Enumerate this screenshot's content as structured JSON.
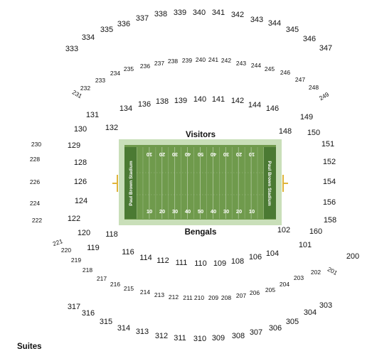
{
  "field": {
    "visitors_label": "Visitors",
    "home_label": "Bengals",
    "endzone_left": "Paul Brown Stadium",
    "endzone_right": "Paul Brown Stadium",
    "yard_numbers": [
      "10",
      "20",
      "30",
      "40",
      "50",
      "40",
      "30",
      "20",
      "10"
    ],
    "colors": {
      "turf": "#6f9a4c",
      "border": "#c9dfb9",
      "endzone": "#4b7a33",
      "goalpost": "#e0b43a"
    }
  },
  "suites_label": "Suites",
  "sections": {
    "upper_visitors": [
      "333",
      "334",
      "335",
      "336",
      "337",
      "338",
      "339",
      "340",
      "341",
      "342",
      "343",
      "344",
      "345",
      "346",
      "347"
    ],
    "club_visitors": [
      "231",
      "232",
      "233",
      "234",
      "235",
      "236",
      "237",
      "238",
      "239",
      "240",
      "241",
      "242",
      "243",
      "244",
      "245",
      "246",
      "247",
      "248",
      "249"
    ],
    "lower_visitors": [
      "131",
      "132",
      "134",
      "136",
      "138",
      "139",
      "140",
      "141",
      "142",
      "144",
      "146",
      "148",
      "149"
    ],
    "west_end": [
      "230",
      "228",
      "226",
      "224",
      "222",
      "130",
      "129",
      "128",
      "126",
      "124",
      "122",
      "120"
    ],
    "east_end": [
      "150",
      "151",
      "152",
      "154",
      "156",
      "158",
      "160",
      "101",
      "200"
    ],
    "lower_home": [
      "118",
      "119",
      "116",
      "114",
      "112",
      "111",
      "110",
      "109",
      "108",
      "106",
      "104",
      "102"
    ],
    "club_home": [
      "221",
      "220",
      "219",
      "218",
      "217",
      "216",
      "215",
      "214",
      "213",
      "212",
      "211",
      "210",
      "209",
      "208",
      "207",
      "206",
      "205",
      "204",
      "203",
      "202",
      "201"
    ],
    "upper_home": [
      "317",
      "316",
      "315",
      "314",
      "313",
      "312",
      "311",
      "310",
      "309",
      "308",
      "307",
      "306",
      "305",
      "304",
      "303"
    ]
  }
}
